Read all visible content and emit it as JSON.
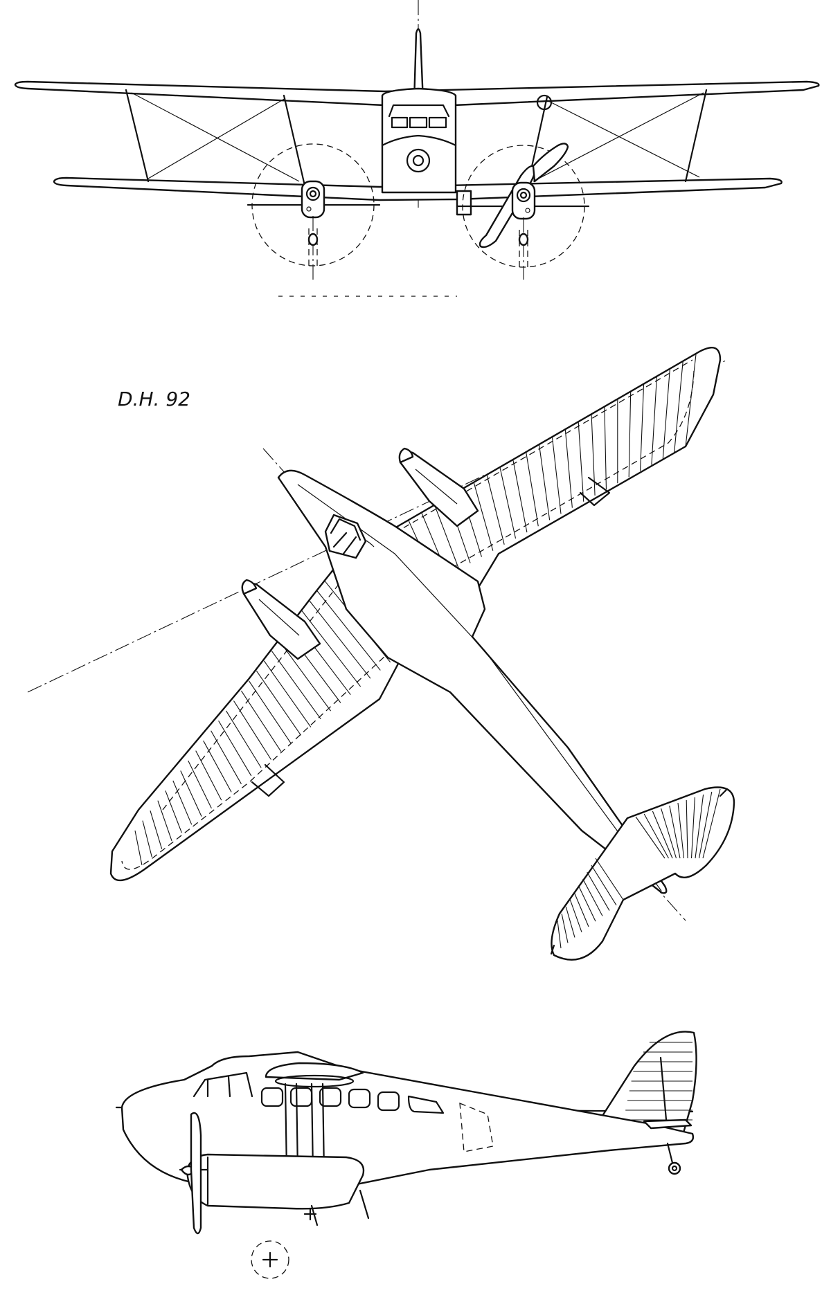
{
  "drawing": {
    "label": "D.H. 92",
    "views": [
      {
        "view": "front"
      },
      {
        "view": "plan"
      },
      {
        "view": "side"
      }
    ]
  },
  "colors": {
    "ink": "#111111",
    "paper": "#ffffff"
  }
}
